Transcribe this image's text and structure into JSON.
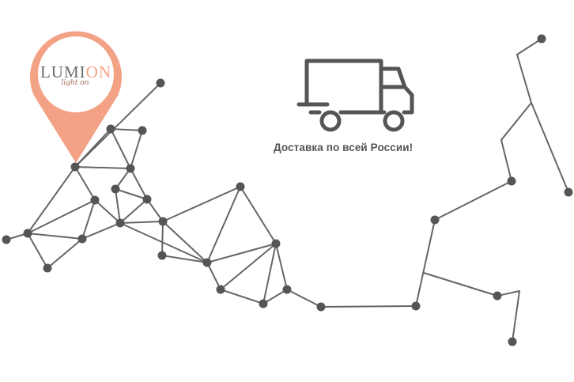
{
  "logo": {
    "wordmark_part1": "LUMI",
    "wordmark_part2": "ON",
    "tagline": "light on"
  },
  "delivery": {
    "caption": "Доставка по всей России!",
    "icon": "delivery-truck-icon"
  },
  "colors": {
    "pin": "#f4a286",
    "graph": "#555555",
    "text": "#555555",
    "logo_gray": "#6d6d6d"
  }
}
